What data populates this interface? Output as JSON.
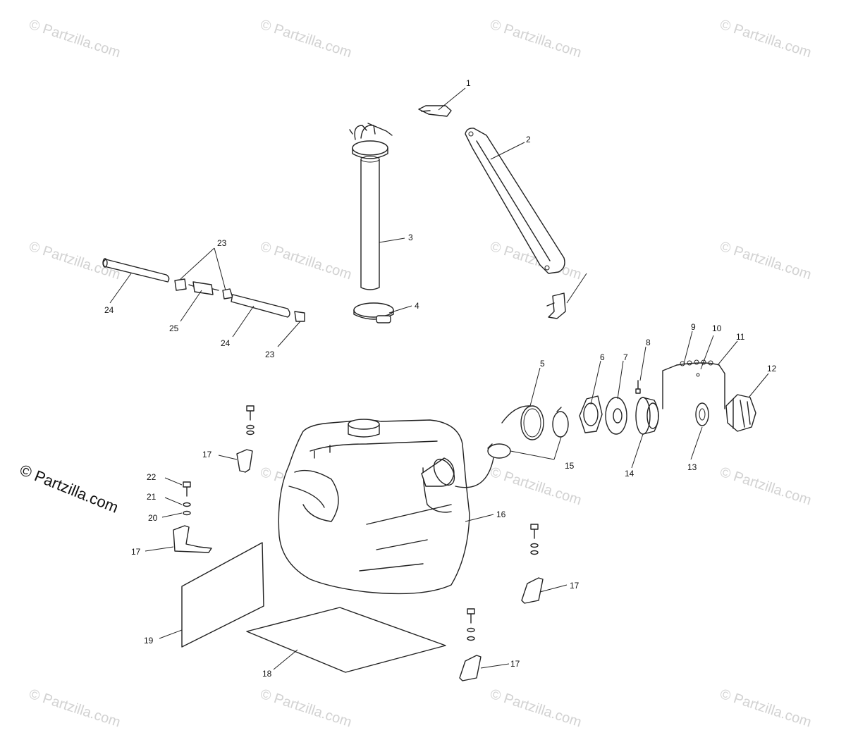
{
  "watermark": "© Partzilla.com",
  "copyright": "© Partzilla.com",
  "callouts": [
    "1",
    "2",
    "3",
    "4",
    "5",
    "6",
    "7",
    "8",
    "9",
    "10",
    "11",
    "12",
    "13",
    "14",
    "15",
    "16",
    "17",
    "18",
    "19",
    "20",
    "21",
    "22",
    "23",
    "24",
    "25"
  ]
}
